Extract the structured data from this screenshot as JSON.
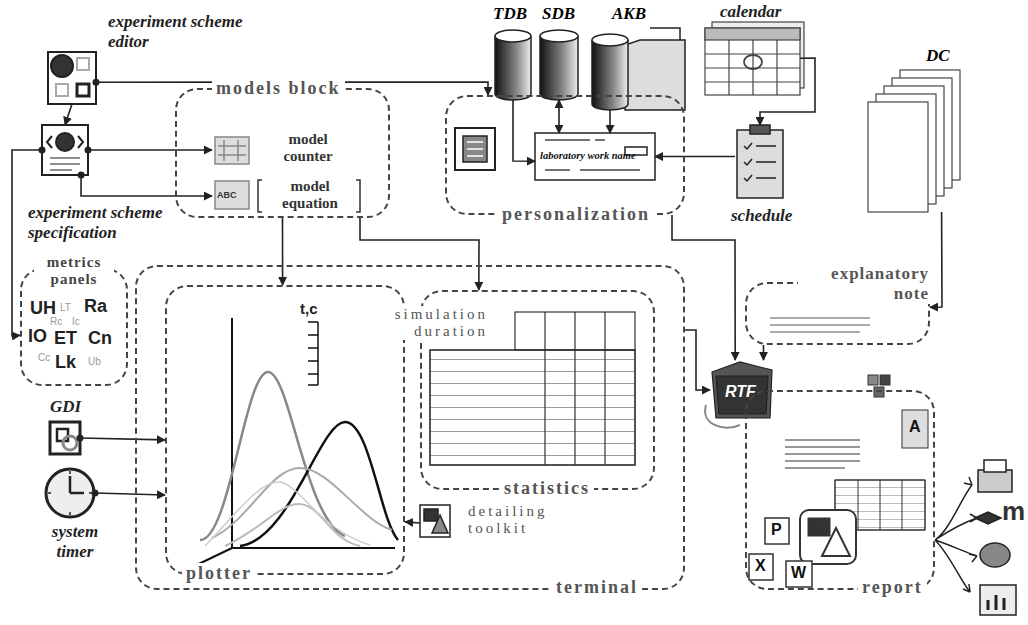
{
  "diagram": {
    "nodes": [
      {
        "text": [
          "experiment scheme editor"
        ]
      },
      {
        "text": [
          "experiment scheme specification"
        ]
      },
      {
        "text": [
          "models block"
        ]
      },
      {
        "text": [
          "model counter"
        ],
        "in": 2
      },
      {
        "text": [
          "model equation"
        ],
        "in": 2
      },
      {
        "text": [
          "TDB"
        ]
      },
      {
        "text": [
          "SDB"
        ]
      },
      {
        "text": [
          "AKB"
        ]
      },
      {
        "text": [
          "calendar"
        ]
      },
      {
        "text": [
          "personalization"
        ]
      },
      {
        "text": [
          "laboratory work name"
        ],
        "in": 9
      },
      {
        "text": [
          "schedule"
        ]
      },
      {
        "text": [
          "DC"
        ]
      },
      {
        "text": [
          "metrics panels"
        ]
      },
      {
        "text": [
          "explanatory note"
        ]
      },
      {
        "text": [
          "terminal"
        ]
      },
      {
        "text": [
          "plotter"
        ],
        "in": 15
      },
      {
        "text": [
          "statistics"
        ],
        "in": 15
      },
      {
        "text": [
          "detailing toolkit"
        ],
        "in": 15
      },
      {
        "text": [
          "GDI"
        ]
      },
      {
        "text": [
          "system timer"
        ]
      },
      {
        "text": [
          "report"
        ]
      },
      {
        "text": [
          "RTF"
        ],
        "in": 21
      }
    ],
    "edges": [
      {
        "from": 0,
        "to": 1,
        "arrow": "to"
      },
      {
        "from": 0,
        "to": 9,
        "arrow": "to"
      },
      {
        "from": 1,
        "to": 3,
        "arrow": "to"
      },
      {
        "from": 1,
        "to": 4,
        "arrow": "to"
      },
      {
        "from": 1,
        "to": 13,
        "arrow": "to"
      },
      {
        "from": 5,
        "to": 10,
        "arrow": "to"
      },
      {
        "from": 6,
        "to": 10,
        "arrow": "both"
      },
      {
        "from": 7,
        "to": 10,
        "arrow": "to"
      },
      {
        "from": 8,
        "to": 11,
        "arrow": "to"
      },
      {
        "from": 11,
        "to": 10,
        "arrow": "to"
      },
      {
        "from": 12,
        "to": 14,
        "arrow": "to"
      },
      {
        "from": 2,
        "to": 16,
        "arrow": "to"
      },
      {
        "from": 2,
        "to": 17,
        "arrow": "to"
      },
      {
        "from": 9,
        "to": 22,
        "arrow": "to"
      },
      {
        "from": 15,
        "to": 22,
        "arrow": "to"
      },
      {
        "from": 14,
        "to": 22,
        "arrow": "to"
      },
      {
        "from": 19,
        "to": 16,
        "arrow": "to"
      },
      {
        "from": 20,
        "to": 16,
        "arrow": "to"
      },
      {
        "from": 18,
        "to": 16,
        "arrow": "to"
      }
    ],
    "labels": [
      "t,c",
      "simulation duration",
      "UH",
      "LT",
      "Ra",
      "Rc",
      "IO",
      "Ic",
      "ET",
      "Cn",
      "Cc",
      "Lk",
      "Ub",
      "ABC",
      "P",
      "X",
      "W",
      "A",
      "m"
    ]
  }
}
